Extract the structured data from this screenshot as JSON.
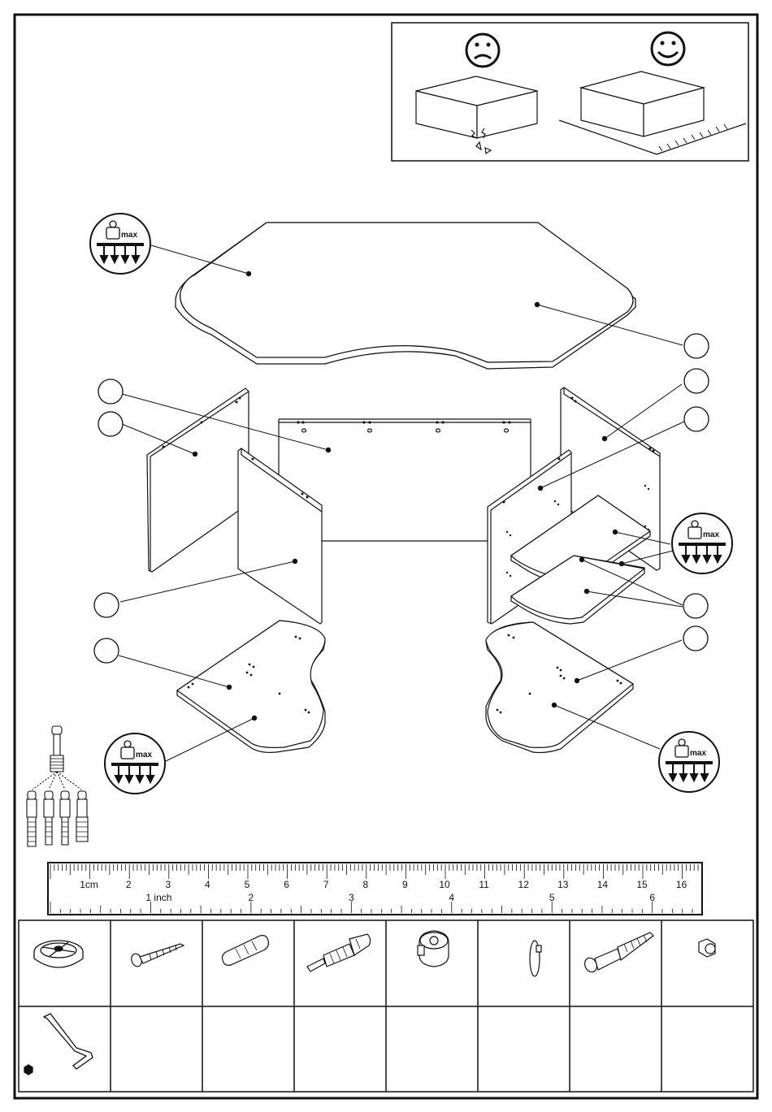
{
  "care_box": {
    "bad_icon": "sad-face-icon",
    "good_icon": "smiley-face-icon"
  },
  "max_load_label": "max",
  "ruler": {
    "cm_labels": [
      "1cm",
      "2",
      "3",
      "4",
      "5",
      "6",
      "7",
      "8",
      "9",
      "10",
      "11",
      "12",
      "13",
      "14",
      "15",
      "16"
    ],
    "inch_labels": [
      "1 inch",
      "2",
      "3",
      "4",
      "5",
      "6"
    ]
  },
  "hardware": [
    {
      "name": "wheel-caster-icon"
    },
    {
      "name": "wood-screw-icon"
    },
    {
      "name": "wooden-dowel-icon"
    },
    {
      "name": "cam-bolt-icon"
    },
    {
      "name": "cam-lock-icon"
    },
    {
      "name": "shelf-pin-icon"
    },
    {
      "name": "long-screw-icon"
    },
    {
      "name": "cap-nut-icon"
    },
    {
      "name": "allen-key-icon"
    }
  ],
  "colors": {
    "line": "#111111",
    "background": "#ffffff"
  }
}
